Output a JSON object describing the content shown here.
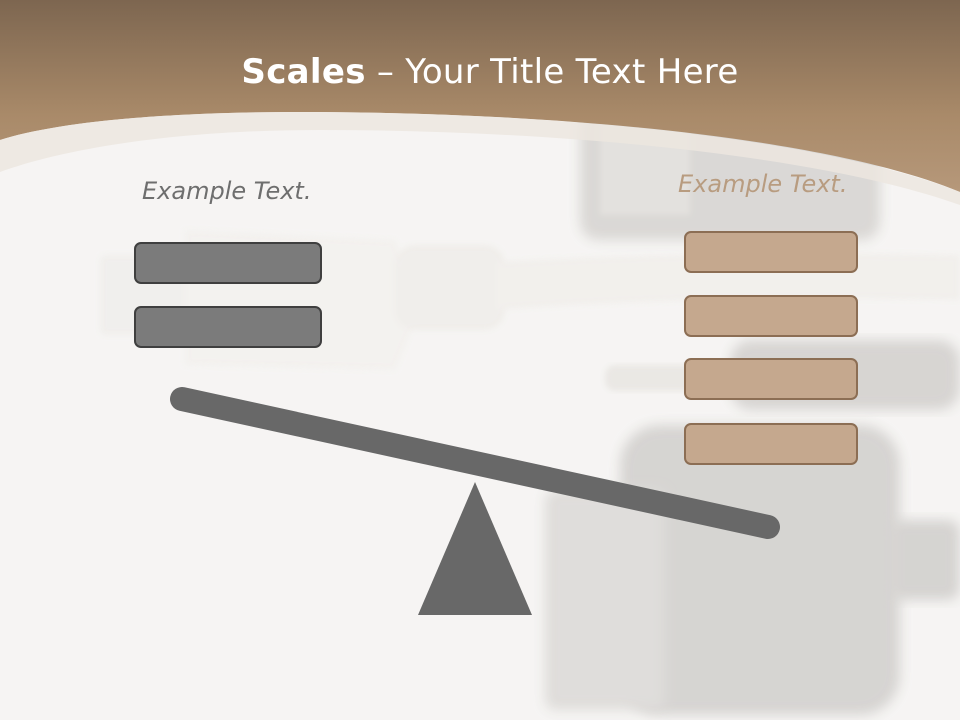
{
  "slide": {
    "title_bold": "Scales",
    "title_rest": " – Your Title Text Here",
    "left_label": "Example Text.",
    "right_label": "Example Text."
  },
  "colors": {
    "header_brown": "#a4835f",
    "left_box_fill": "#7b7b7b",
    "right_box_fill": "#c5a88e",
    "beam_and_fulcrum": "#686868",
    "background": "#f6f5f3"
  },
  "left_pan": {
    "box_count": 2
  },
  "right_pan": {
    "box_count": 4
  }
}
